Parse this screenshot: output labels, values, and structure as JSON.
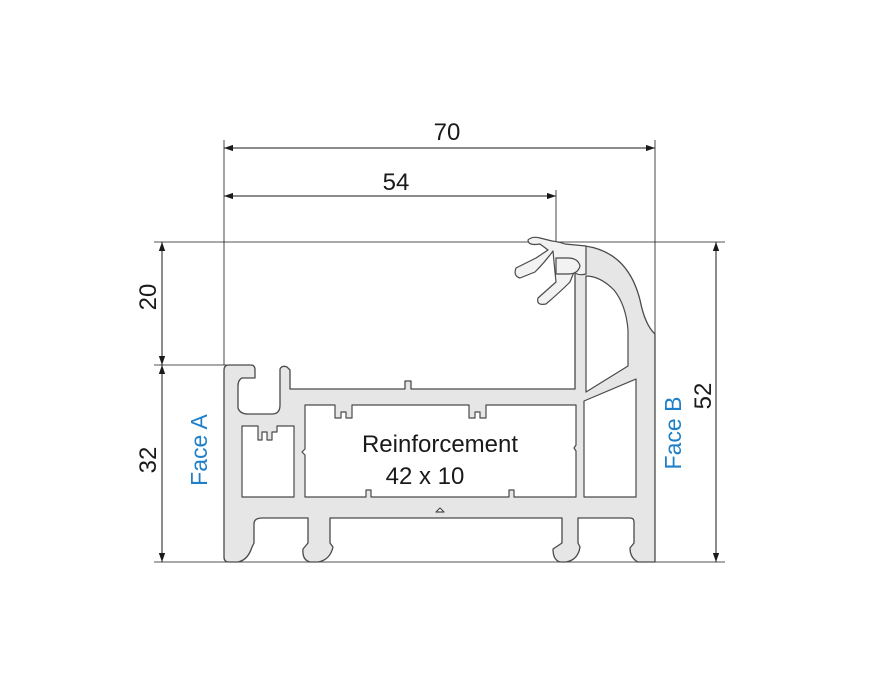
{
  "dimensions": {
    "overall_width": "70",
    "inner_width": "54",
    "upper_height": "20",
    "lower_height": "32",
    "total_height": "52"
  },
  "faces": {
    "face_a": "Face A",
    "face_b": "Face B"
  },
  "reinforcement": {
    "title": "Reinforcement",
    "size": "42 x 10"
  },
  "colors": {
    "face_label": "#1f7fc8",
    "profile_fill": "#e6e6e6",
    "outline": "#4a4a4a",
    "dimension_lines": "#1a1a1a"
  }
}
